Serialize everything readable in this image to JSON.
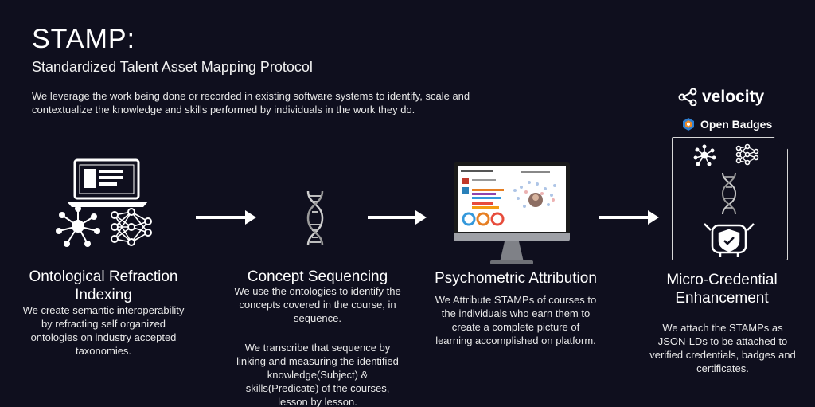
{
  "header": {
    "title": "STAMP:",
    "subtitle": "Standardized Talent Asset Mapping Protocol",
    "intro": "We leverage the work being done or recorded in existing software systems to identify, scale and contextualize the knowledge and skills performed by individuals in the work they do."
  },
  "columns": [
    {
      "title": "Ontological Refraction Indexing",
      "text": "We create semantic interoperability by refracting self organized ontologies on industry accepted taxonomies."
    },
    {
      "title": "Concept Sequencing",
      "text": "We use the ontologies to identify the concepts covered in the course, in sequence.",
      "text2": "We transcribe that sequence by linking and measuring the identified knowledge(Subject) & skills(Predicate) of the courses, lesson by lesson."
    },
    {
      "title": "Psychometric Attribution",
      "text": "We Attribute STAMPs of courses to the individuals who earn them to create a complete picture of learning accomplished on platform."
    },
    {
      "title": "Micro-Credential Enhancement",
      "text": "We attach the STAMPs as JSON-LDs to be attached to verified credentials, badges and certificates."
    }
  ],
  "brands": {
    "velocity": "velocity",
    "open_badges": "Open Badges"
  },
  "icons": {
    "laptop": "laptop-icon",
    "network": "network-icon",
    "neural": "neural-network-icon",
    "dna": "dna-icon",
    "monitor": "monitor-icon",
    "share": "share-icon",
    "badge": "open-badges-icon",
    "robot": "robot-shield-icon"
  },
  "colors": {
    "background": "#0f0f1e",
    "text": "#ffffff",
    "badge_blue": "#2f7fd1",
    "badge_orange": "#f08a24"
  }
}
